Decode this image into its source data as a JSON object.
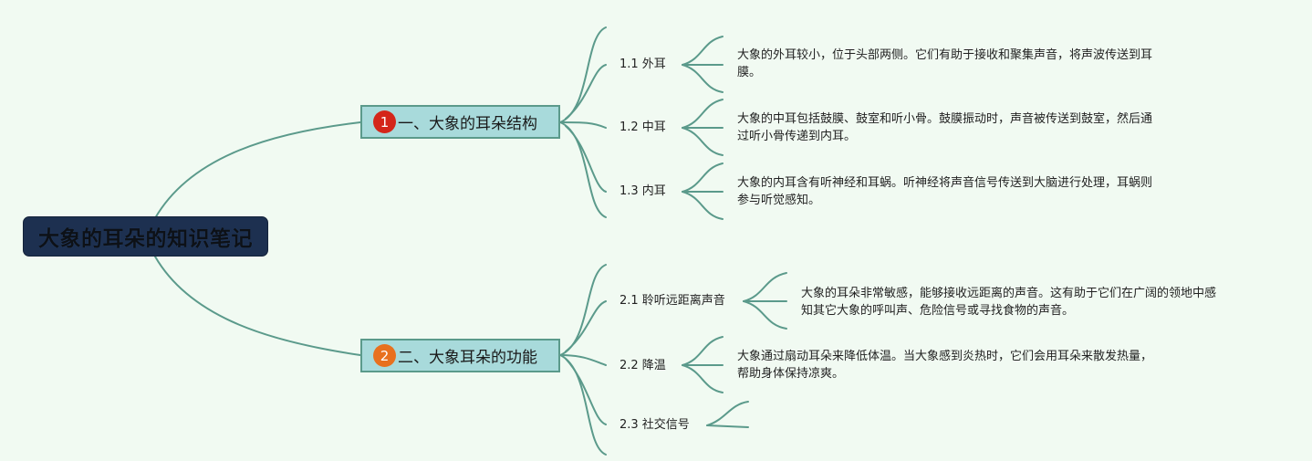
{
  "root": {
    "title": "大象的耳朵的知识笔记"
  },
  "branches": [
    {
      "badge": "1",
      "badge_color": "#d4261a",
      "title": "一、大象的耳朵结构",
      "children": [
        {
          "label": "1.1 外耳",
          "note": "大象的外耳较小，位于头部两侧。它们有助于接收和聚集声音，将声波传送到耳\n膜。"
        },
        {
          "label": "1.2 中耳",
          "note": "大象的中耳包括鼓膜、鼓室和听小骨。鼓膜振动时，声音被传送到鼓室，然后通\n过听小骨传递到内耳。"
        },
        {
          "label": "1.3 内耳",
          "note": "大象的内耳含有听神经和耳蜗。听神经将声音信号传送到大脑进行处理，耳蜗则\n参与听觉感知。"
        }
      ]
    },
    {
      "badge": "2",
      "badge_color": "#e8701e",
      "title": "二、大象耳朵的功能",
      "children": [
        {
          "label": "2.1 聆听远距离声音",
          "note": "大象的耳朵非常敏感，能够接收远距离的声音。这有助于它们在广阔的领地中感\n知其它大象的呼叫声、危险信号或寻找食物的声音。"
        },
        {
          "label": "2.2 降温",
          "note": "大象通过扇动耳朵来降低体温。当大象感到炎热时，它们会用耳朵来散发热量，\n帮助身体保持凉爽。"
        },
        {
          "label": "2.3 社交信号",
          "note": ""
        }
      ]
    }
  ],
  "colors": {
    "background": "#f1faf2",
    "root_fill": "#1d3050",
    "branch_fill": "#a8dadb",
    "connector": "#5b9a8b"
  }
}
